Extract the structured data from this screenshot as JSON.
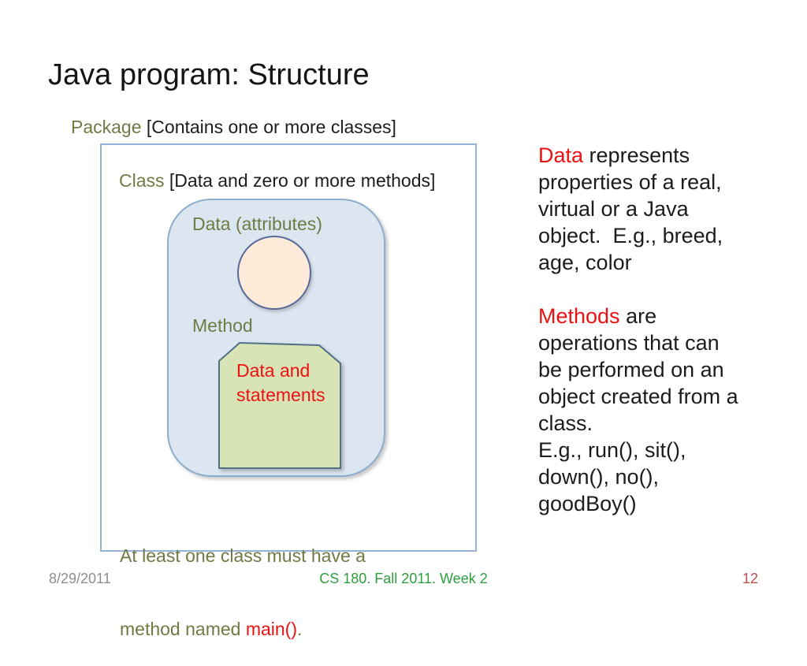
{
  "slide": {
    "title": "Java program: Structure",
    "package_label": {
      "keyword": "Package",
      "rest": " [Contains one or more classes]"
    },
    "class_label": {
      "keyword": "Class",
      "rest": " [Data and zero or more methods]"
    },
    "data_attributes_label": "Data (attributes)",
    "method_label": "Method",
    "method_shape_text": {
      "line1": "Data and",
      "line2": "statements"
    },
    "note": {
      "line1": "At least one class must have a",
      "line2_prefix": "method named ",
      "line2_keyword": "main()",
      "line2_suffix": "."
    }
  },
  "right_panel": {
    "para1": {
      "keyword": "Data",
      "first_line_rest": " represents",
      "lines": [
        "properties of a real,",
        "virtual or a Java",
        "object.  E.g., breed,",
        "age, color"
      ]
    },
    "para2": {
      "keyword": "Methods",
      "first_line_rest": " are",
      "lines": [
        "operations that can",
        "be performed on an",
        "object created from a",
        "class.",
        "E.g., run(), sit(),",
        "down(), no(),",
        "goodBoy()"
      ]
    }
  },
  "footer": {
    "date": "8/29/2011",
    "course": "CS 180. Fall 2011. Week 2",
    "page_number": "12"
  },
  "colors": {
    "olive": "#6f7b44",
    "red": "#ed1212",
    "footer_green": "#2e9e3e",
    "footer_gray": "#8d8d8d",
    "page_red": "#c0504d",
    "package_border": "#95b3d7",
    "class_fill": "#dce6f1",
    "class_border": "#8eaecd",
    "circle_fill": "#fdead9",
    "circle_border": "#56699b",
    "shape_fill": "#d8e4b5",
    "shape_border": "#4f7087"
  }
}
